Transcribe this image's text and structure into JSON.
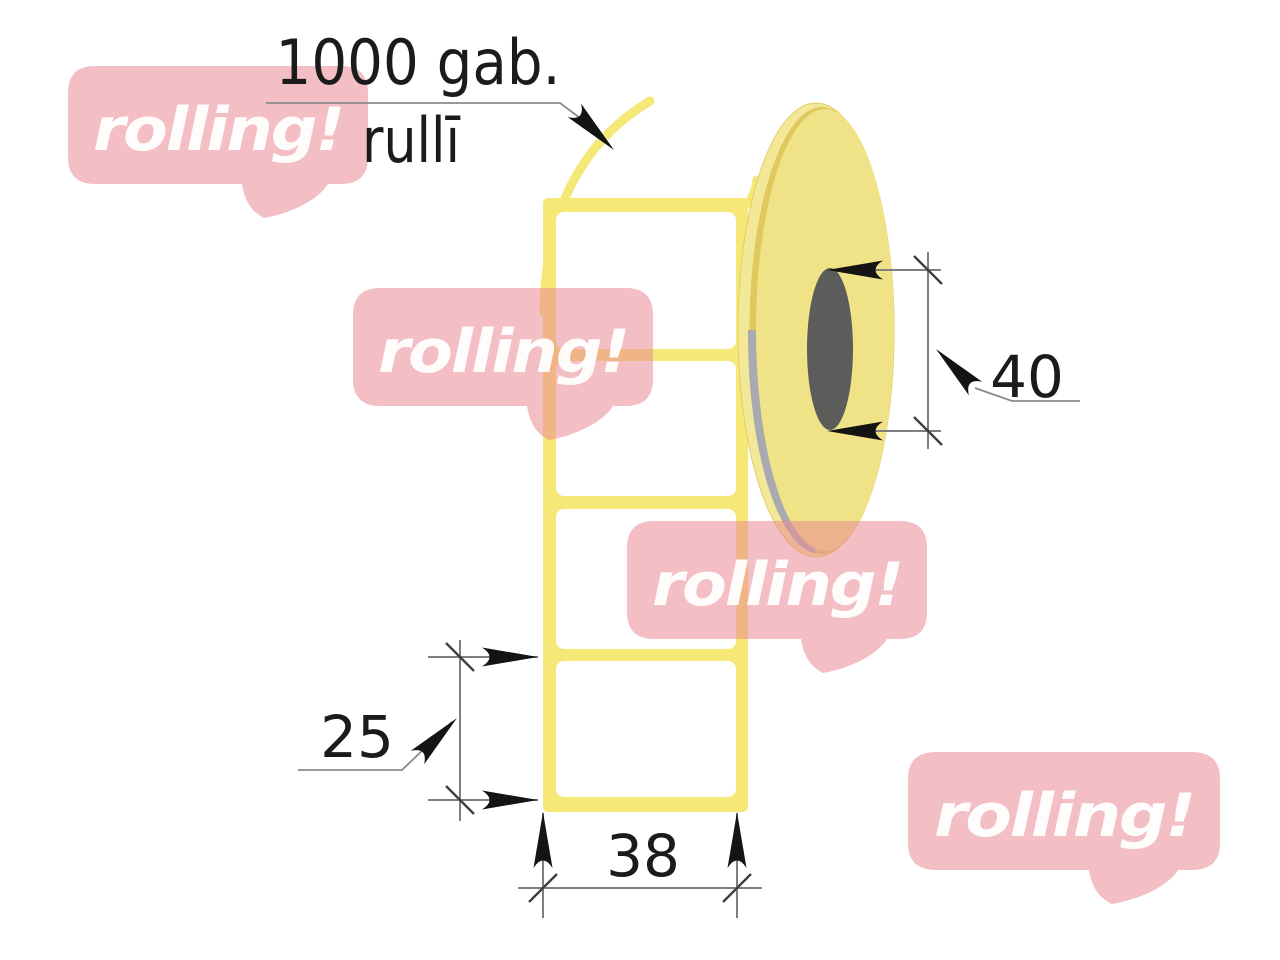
{
  "image": {
    "kind": "product-dimension-diagram",
    "subject": "Thermal label roll with blank white labels on yellow backing"
  },
  "callout": {
    "quantity_line1": "1000 gab.",
    "quantity_line2": "rullī"
  },
  "dimensions": {
    "core_diameter_mm": "40",
    "label_height_mm": "25",
    "label_width_mm": "38"
  },
  "watermark": {
    "text": "rolling!",
    "count": 4,
    "bubble_color": "#EA8A94",
    "bubble_opacity": 0.55,
    "text_color": "#FFFFFF"
  },
  "colors": {
    "background": "#FFFFFF",
    "backing_yellow": "#F5E876",
    "roll_face_yellow": "#EFE287",
    "roll_rim_yellow": "#F3E897",
    "roll_edge_dark_yellow": "#DFC95C",
    "liner_gray": "#A8A9B1",
    "core_gray": "#5C5C5A",
    "dimension_line_gray": "#7F7F7F",
    "annotation_black": "#1B1B1B",
    "label_white": "#FFFFFF"
  }
}
